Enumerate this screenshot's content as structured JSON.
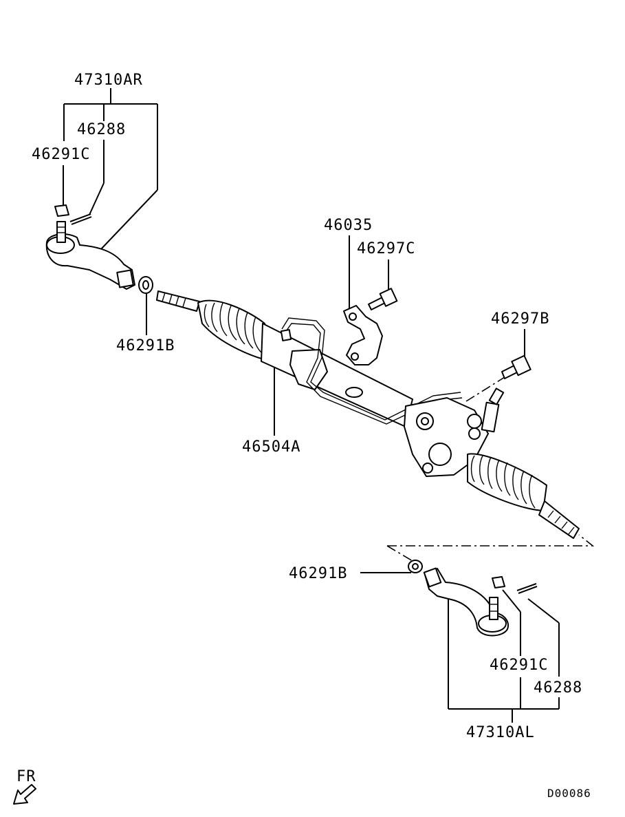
{
  "labels": {
    "tie_rod_end_r": "47310AR",
    "cotter_pin_r": "46288",
    "nut_r": "46291C",
    "lock_nut_r": "46291B",
    "rack_assembly": "46504A",
    "bracket": "46035",
    "bolt_bracket": "46297C",
    "bolt_gear": "46297B",
    "lock_nut_l": "46291B",
    "nut_l": "46291C",
    "cotter_pin_l": "46288",
    "tie_rod_end_l": "47310AL"
  },
  "direction_marker": "FR",
  "diagram_code": "D00086"
}
